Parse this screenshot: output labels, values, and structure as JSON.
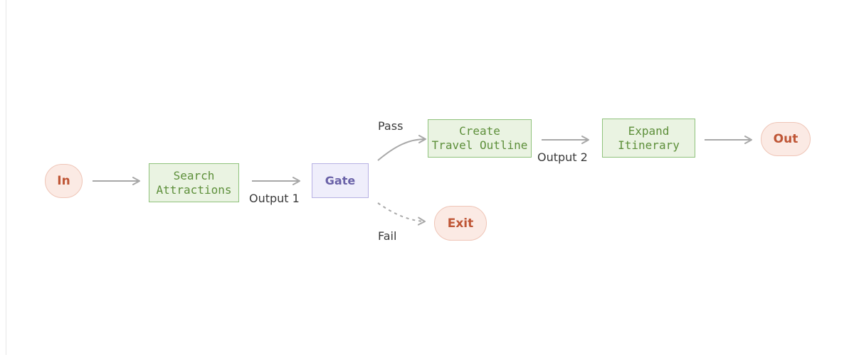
{
  "nodes": {
    "in": "In",
    "search": "Search\nAttractions",
    "gate": "Gate",
    "outline": "Create\nTravel Outline",
    "expand": "Expand\nItinerary",
    "out": "Out",
    "exit": "Exit"
  },
  "edge_labels": {
    "output1": "Output 1",
    "output2": "Output 2",
    "pass": "Pass",
    "fail": "Fail"
  },
  "colors": {
    "terminal_fill": "#fbeae4",
    "terminal_text": "#bf5636",
    "step_fill": "#eaf3e2",
    "step_text": "#5d8f3a",
    "gate_fill": "#efeefb",
    "gate_text": "#6a62a8",
    "arrow": "#a8a8a8"
  }
}
